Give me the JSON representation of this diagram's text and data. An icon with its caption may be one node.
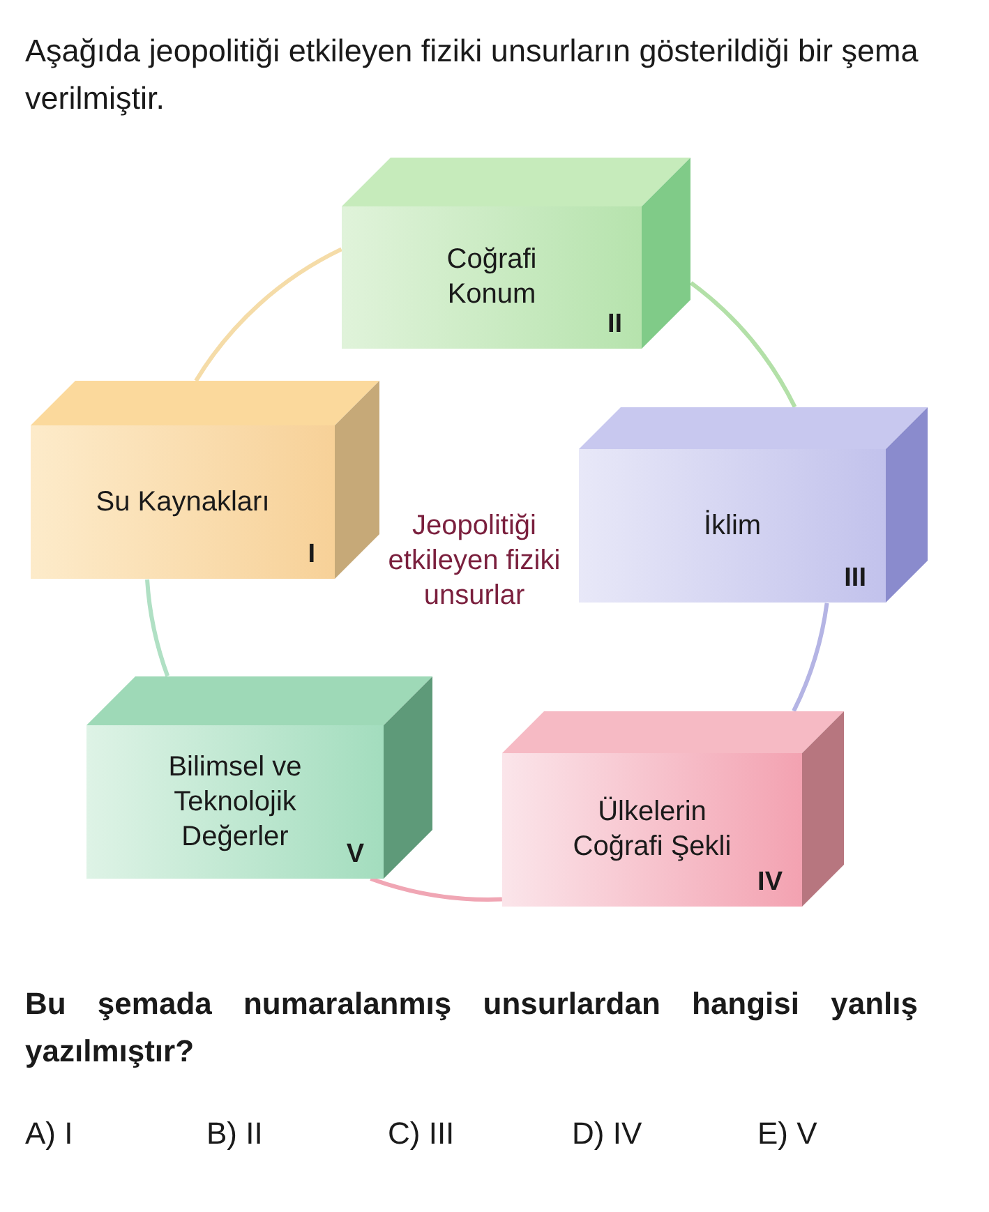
{
  "diagram": {
    "title": "Aşağıda jeopolitiği etkileyen fiziki unsurların gösterildiği bir şema verilmiştir.",
    "nodes": [
      {
        "text": [
          "Coğrafi Konum",
          "II"
        ]
      },
      {
        "text": [
          "Su Kaynakları",
          "I"
        ]
      },
      {
        "text": [
          "İklim",
          "III"
        ]
      },
      {
        "text": [
          "Bilimsel ve Teknolojik Değerler",
          "V"
        ]
      },
      {
        "text": [
          "Ülkelerin Coğrafi Şekli",
          "IV"
        ]
      }
    ],
    "edges": [
      {
        "from": 1,
        "to": 0,
        "arrow": "none",
        "color": "#f5dca8"
      },
      {
        "from": 0,
        "to": 2,
        "arrow": "none",
        "color": "#b3e0a8"
      },
      {
        "from": 2,
        "to": 4,
        "arrow": "none",
        "color": "#b4b4e4"
      },
      {
        "from": 4,
        "to": 3,
        "arrow": "none",
        "color": "#f0a6b4"
      },
      {
        "from": 3,
        "to": 1,
        "arrow": "none",
        "color": "#b0e0c4"
      }
    ],
    "labels": [
      "Jeopolitiği etkileyen fiziki unsurlar",
      "Bu şemada numaralanmış unsurlardan hangisi yanlış yazılmıştır?",
      "A) I",
      "B) II",
      "C) III",
      "D) IV",
      "E) V"
    ]
  }
}
